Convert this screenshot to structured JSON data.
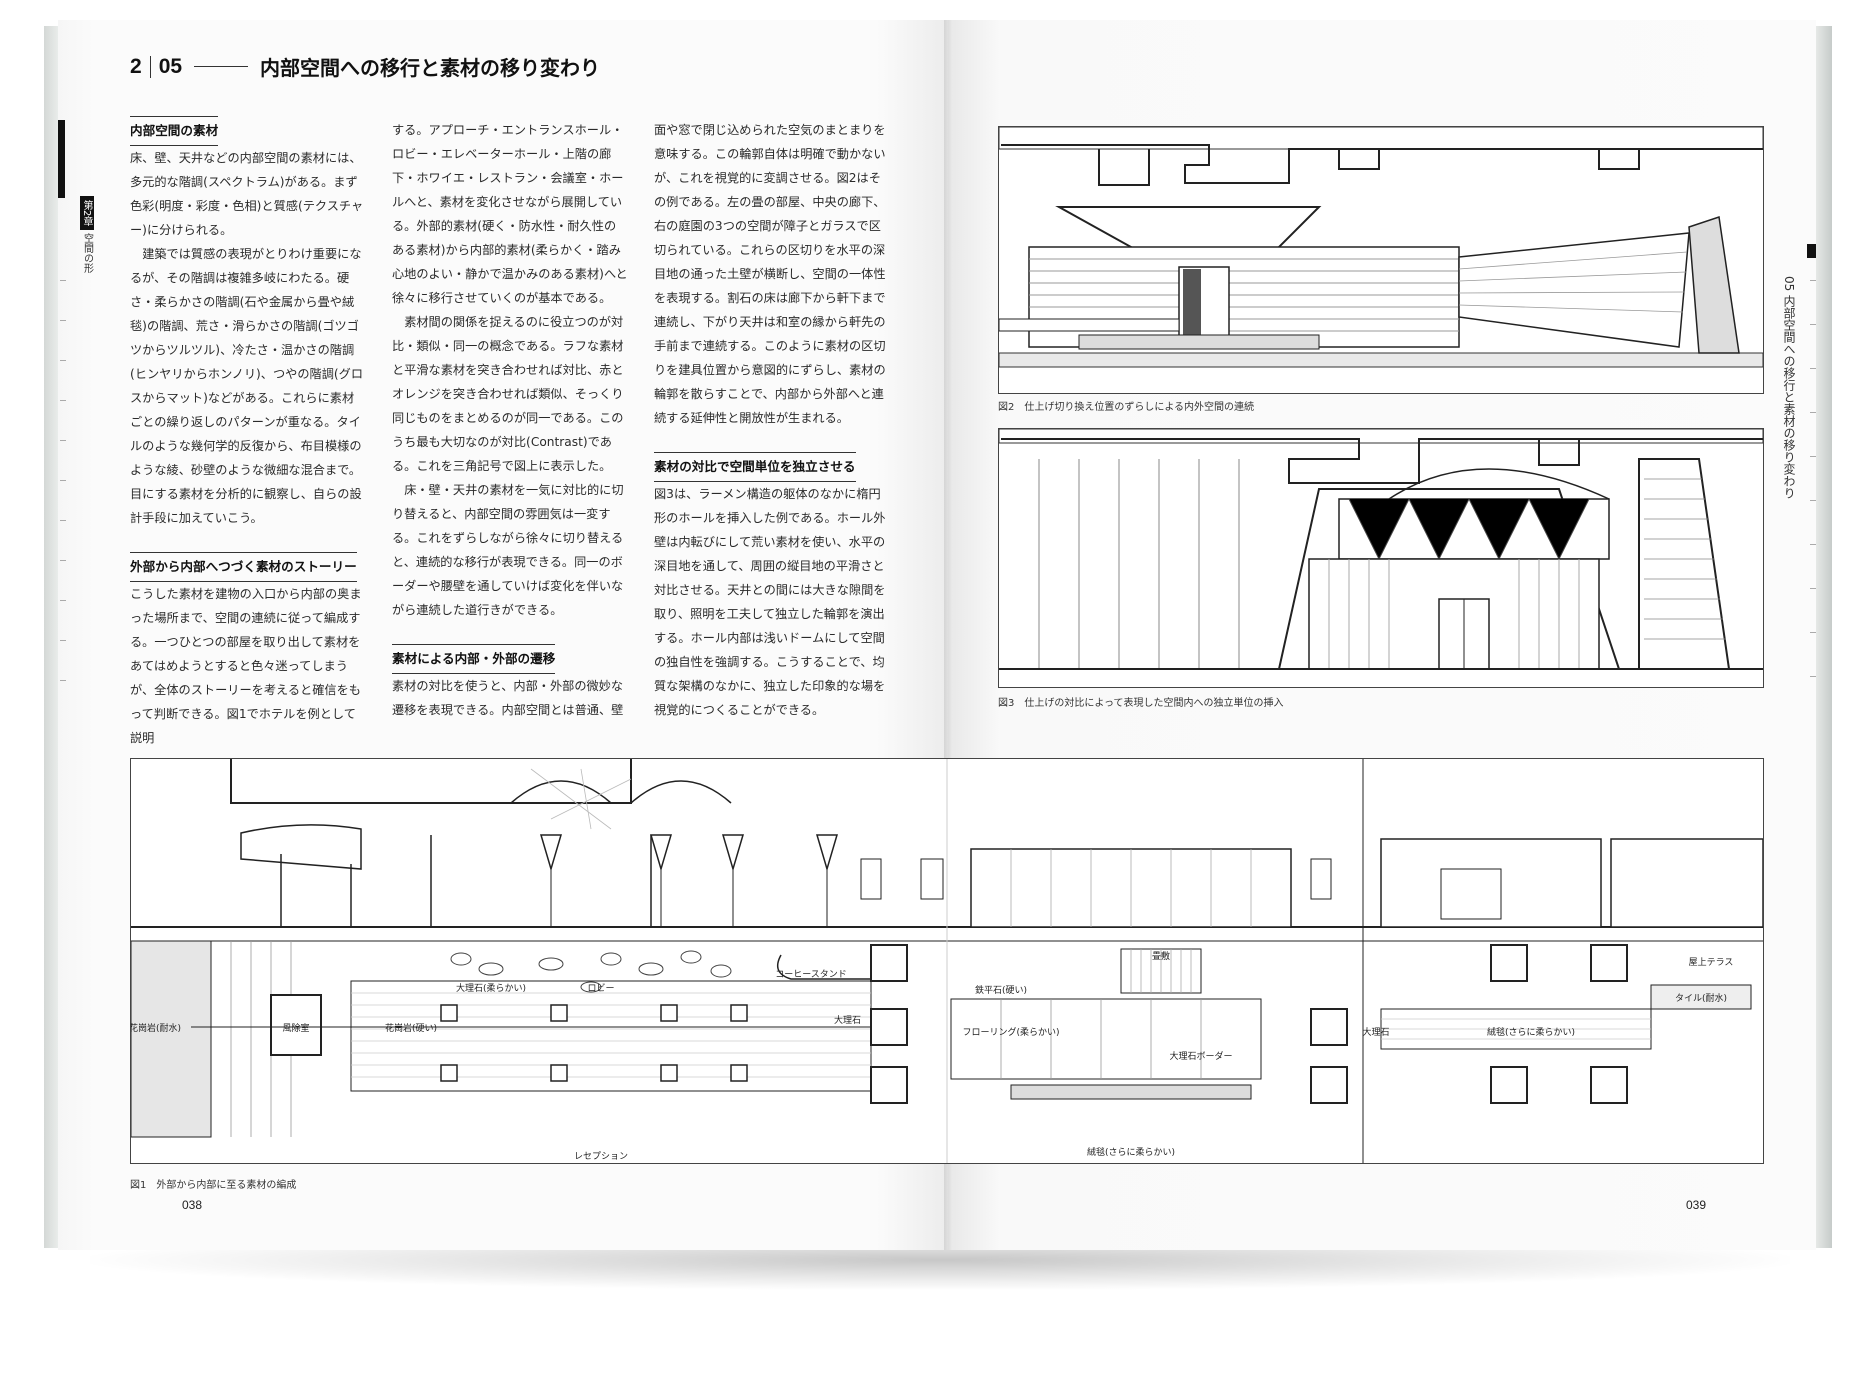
{
  "header": {
    "chapter": "2",
    "section": "05",
    "title": "内部空間への移行と素材の移り変わり"
  },
  "side_tab_left": {
    "chapter_label": "第2章",
    "chapter_name": "空間の形"
  },
  "side_tab_right": {
    "label": "05 内部空間への移行と素材の移り変わり"
  },
  "columns": {
    "col1": {
      "heading1": "内部空間の素材",
      "para1": "床、壁、天井などの内部空間の素材には、多元的な階調(スペクトラム)がある。まず色彩(明度・彩度・色相)と質感(テクスチャー)に分けられる。",
      "para2": "建築では質感の表現がとりわけ重要になるが、その階調は複雑多岐にわたる。硬さ・柔らかさの階調(石や金属から畳や絨毯)の階調、荒さ・滑らかさの階調(ゴツゴツからツルツル)、冷たさ・温かさの階調(ヒンヤリからホンノリ)、つやの階調(グロスからマット)などがある。これらに素材ごとの繰り返しのパターンが重なる。タイルのような幾何学的反復から、布目模様のような綾、砂壁のような微細な混合まで。目にする素材を分析的に観察し、自らの設計手段に加えていこう。",
      "heading2": "外部から内部へつづく素材のストーリー",
      "para3": "こうした素材を建物の入口から内部の奥まった場所まで、空間の連続に従って編成する。一つひとつの部屋を取り出して素材をあてはめようとすると色々迷ってしまうが、全体のストーリーを考えると確信をもって判断できる。図1でホテルを例として説明"
    },
    "col2": {
      "para1": "する。アプローチ・エントランスホール・ロビー・エレベーターホール・上階の廊下・ホワイエ・レストラン・会議室・ホールへと、素材を変化させながら展開している。外部的素材(硬く・防水性・耐久性のある素材)から内部的素材(柔らかく・踏み心地のよい・静かで温かみのある素材)へと徐々に移行させていくのが基本である。",
      "para2": "素材間の関係を捉えるのに役立つのが対比・類似・同一の概念である。ラフな素材と平滑な素材を突き合わせれば対比、赤とオレンジを突き合わせれば類似、そっくり同じものをまとめるのが同一である。このうち最も大切なのが対比(Contrast)である。これを三角記号で図上に表示した。",
      "para3": "床・壁・天井の素材を一気に対比的に切り替えると、内部空間の雰囲気は一変する。これをずらしながら徐々に切り替えると、連続的な移行が表現できる。同一のボーダーや腰壁を通していけば変化を伴いながら連続した道行きができる。",
      "heading1": "素材による内部・外部の遷移",
      "para4": "素材の対比を使うと、内部・外部の微妙な遷移を表現できる。内部空間とは普通、壁"
    },
    "col3": {
      "para1": "面や窓で閉じ込められた空気のまとまりを意味する。この輪郭自体は明確で動かないが、これを視覚的に変調させる。図2はその例である。左の畳の部屋、中央の廊下、右の庭園の3つの空間が障子とガラスで区切られている。これらの区切りを水平の深目地の通った土壁が横断し、空間の一体性を表現する。割石の床は廊下から軒下まで連続し、下がり天井は和室の縁から軒先の手前まで連続する。このように素材の区切りを建具位置から意図的にずらし、素材の輪郭を散らすことで、内部から外部へと連続する延伸性と開放性が生まれる。",
      "heading1": "素材の対比で空間単位を独立させる",
      "para2": "図3は、ラーメン構造の躯体のなかに楕円形のホールを挿入した例である。ホール外壁は内転びにして荒い素材を使い、水平の深目地を通して、周囲の縦目地の平滑さと対比させる。天井との間には大きな隙間を取り、照明を工夫して独立した輪郭を演出する。ホール内部は浅いドームにして空間の独自性を強調する。こうすることで、均質な架構のなかに、独立した印象的な場を視覚的につくることができる。"
    }
  },
  "figures": {
    "fig1": {
      "caption": "図1　外部から内部に至る素材の編成",
      "labels": {
        "granite_water": "花崗岩(耐水)",
        "windbreak": "風除室",
        "granite_hard": "花崗岩(硬い)",
        "marble_soft": "大理石(柔らかい)",
        "lobby": "ロビー",
        "coffee_stand": "コーヒースタンド",
        "reception": "レセプション",
        "marble1": "大理石",
        "flooring": "フローリング(柔らかい)",
        "iron_flat_stone": "鉄平石(硬い)",
        "tatami": "畳敷",
        "marble_border": "大理石ボーダー",
        "carpet1": "絨毯(さらに柔らかい)",
        "marble2": "大理石",
        "carpet2": "絨毯(さらに柔らかい)",
        "tile_water": "タイル(耐水)",
        "roof_terrace": "屋上テラス"
      }
    },
    "fig2": {
      "caption": "図2　仕上げ切り換え位置のずらしによる内外空間の連続"
    },
    "fig3": {
      "caption": "図3　仕上げの対比によって表現した空間内への独立単位の挿入"
    }
  },
  "folios": {
    "left": "038",
    "right": "039"
  }
}
